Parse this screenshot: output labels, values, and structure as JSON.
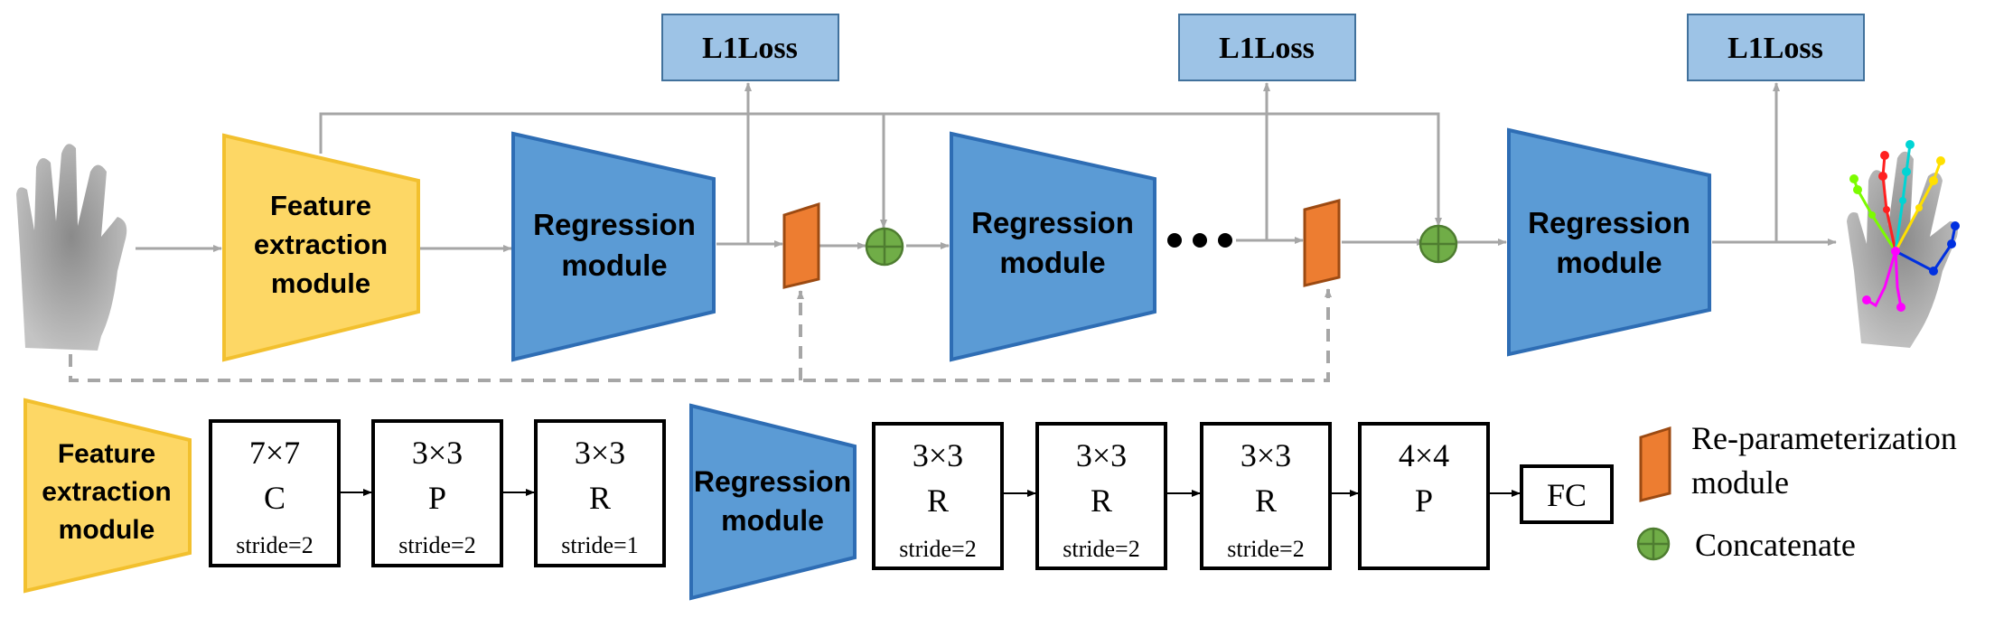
{
  "loss": {
    "label": "L1Loss"
  },
  "feature": {
    "line1": "Feature",
    "line2": "extraction",
    "line3": "module"
  },
  "regression": {
    "line1": "Regression",
    "line2": "module"
  },
  "dots": "•••",
  "layers": [
    {
      "kernel": "7×7",
      "type": "C",
      "stride": "stride=2"
    },
    {
      "kernel": "3×3",
      "type": "P",
      "stride": "stride=2"
    },
    {
      "kernel": "3×3",
      "type": "R",
      "stride": "stride=1"
    },
    {
      "kernel": "3×3",
      "type": "R",
      "stride": "stride=2"
    },
    {
      "kernel": "3×3",
      "type": "R",
      "stride": "stride=2"
    },
    {
      "kernel": "3×3",
      "type": "R",
      "stride": "stride=2"
    },
    {
      "kernel": "4×4",
      "type": "P",
      "stride": ""
    }
  ],
  "fc": "FC",
  "legend": {
    "reparam_line1": "Re-parameterization",
    "reparam_line2": "module",
    "concat": "Concatenate"
  },
  "colors": {
    "feature_fill": "#FDD765",
    "feature_stroke": "#F2C02E",
    "regression_fill": "#5B9BD5",
    "regression_stroke": "#2E6DB4",
    "loss_fill": "#9DC3E6",
    "loss_stroke": "#41719C",
    "reparam_fill": "#ED7D31",
    "reparam_stroke": "#9C4A12",
    "concat_fill": "#70AD47",
    "concat_stroke": "#4E7D30",
    "arrow": "#A6A6A6"
  }
}
